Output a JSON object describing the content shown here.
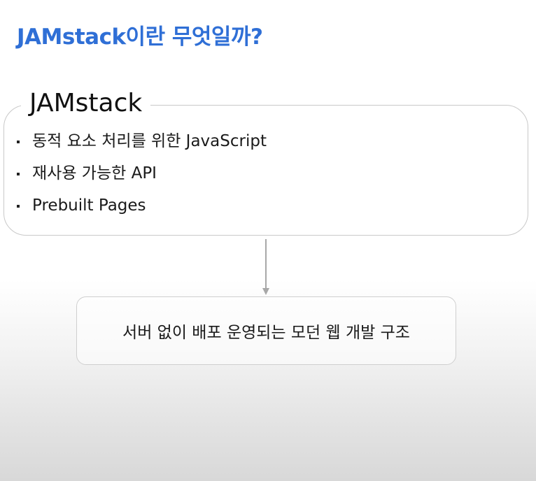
{
  "slide": {
    "title": "JAMstack이란 무엇일까?",
    "accent_color": "#2f6fd6"
  },
  "jamstack_box": {
    "label": "JAMstack",
    "items": [
      {
        "text": "동적 요소 처리를 위한 JavaScript"
      },
      {
        "text": "재사용 가능한 API"
      },
      {
        "text": "Prebuilt Pages"
      }
    ]
  },
  "flow": {
    "arrow_icon": "arrow-down-icon",
    "result_text": "서버 없이 배포 운영되는 모던 웹 개발 구조"
  }
}
